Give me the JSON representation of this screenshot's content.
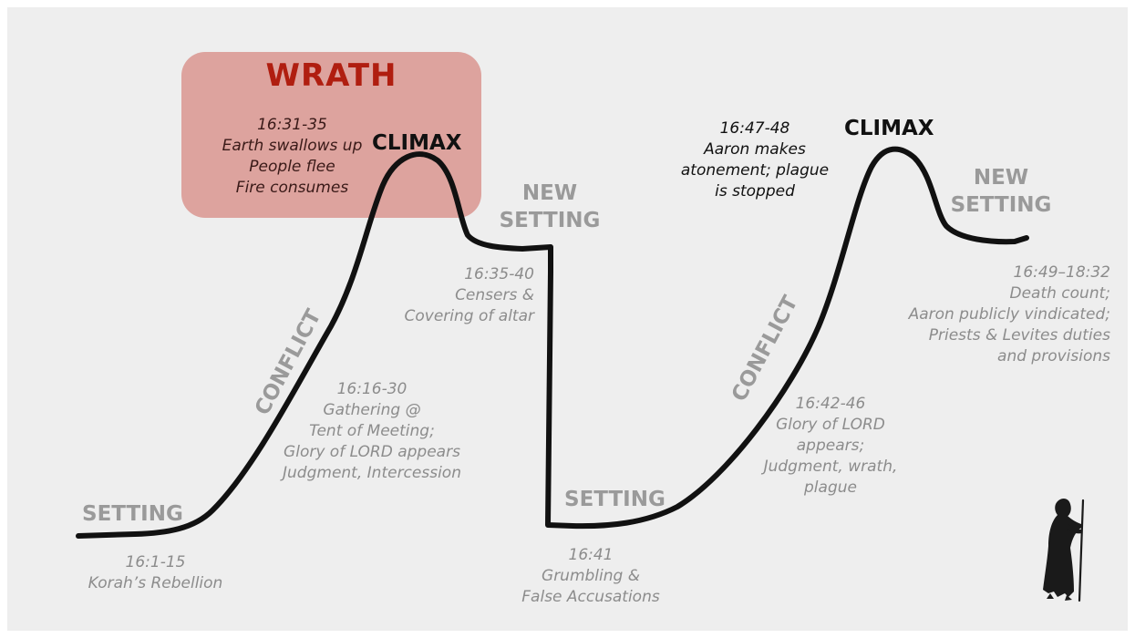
{
  "wrath": {
    "title": "WRATH"
  },
  "stages": {
    "setting_1": "SETTING",
    "conflict_1": "CONFLICT",
    "climax_1": "CLIMAX",
    "new_setting_1": [
      "NEW",
      "SETTING"
    ],
    "setting_2": "SETTING",
    "conflict_2": "CONFLICT",
    "climax_2": "CLIMAX",
    "new_setting_2": [
      "NEW",
      "SETTING"
    ]
  },
  "notes": {
    "korah": [
      "16:1-15",
      "Korah’s Rebellion"
    ],
    "gathering": [
      "16:16-30",
      "Gathering @",
      "Tent of Meeting;",
      "Glory of LORD appears",
      "Judgment, Intercession"
    ],
    "earth": [
      "16:31-35",
      "Earth swallows up",
      "People flee",
      "Fire consumes"
    ],
    "censers": [
      "16:35-40",
      "Censers &",
      "Covering of altar"
    ],
    "grumbling": [
      "16:41",
      "Grumbling &",
      "False Accusations"
    ],
    "glory": [
      "16:42-46",
      "Glory of LORD",
      "appears;",
      "Judgment, wrath,",
      "plague"
    ],
    "aaron": [
      "16:47-48",
      "Aaron makes",
      "atonement; plague",
      "is stopped"
    ],
    "death": [
      "16:49–18:32",
      "Death count;",
      "Aaron publicly vindicated;",
      "Priests & Levites duties",
      "and provisions"
    ]
  },
  "icons": {
    "figure": "robed-figure-with-staff-icon"
  },
  "colors": {
    "background": "#eeeeee",
    "wrath_box": "#c8463c",
    "wrath_text": "#b01e10",
    "stage_gray": "#9a9a9a",
    "note_gray": "#8c8c8c",
    "dark": "#111111"
  }
}
